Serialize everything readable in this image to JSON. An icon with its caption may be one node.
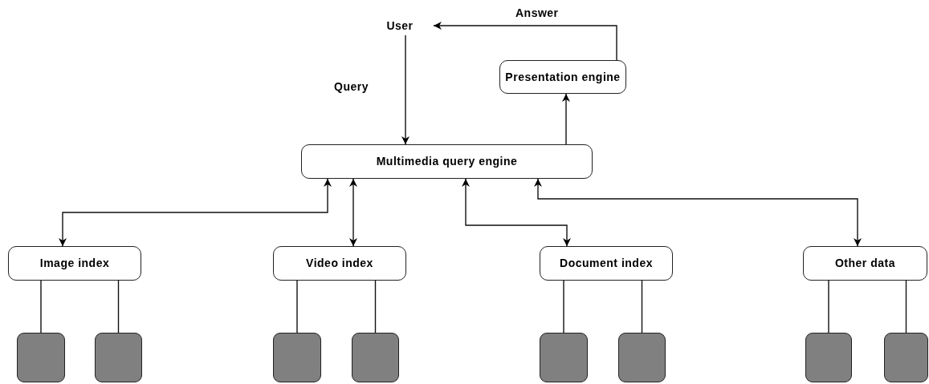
{
  "diagram": {
    "nodes": [
      {
        "text": [
          "User"
        ]
      },
      {
        "text": [
          "Presentation engine"
        ]
      },
      {
        "text": [
          "Multimedia query engine"
        ]
      },
      {
        "text": [
          "Image index"
        ]
      },
      {
        "text": [
          "Video index"
        ]
      },
      {
        "text": [
          "Document index"
        ]
      },
      {
        "text": [
          "Other data"
        ]
      },
      {
        "text": [],
        "shape": "box"
      },
      {
        "text": [],
        "shape": "box"
      },
      {
        "text": [],
        "shape": "box"
      },
      {
        "text": [],
        "shape": "box"
      },
      {
        "text": [],
        "shape": "box"
      },
      {
        "text": [],
        "shape": "box"
      },
      {
        "text": [],
        "shape": "box"
      },
      {
        "text": [],
        "shape": "box"
      }
    ],
    "edges": [
      {
        "from": 1,
        "to": 0,
        "arrow": "to",
        "label": "Answer"
      },
      {
        "from": 0,
        "to": 2,
        "arrow": "to",
        "label": "Query"
      },
      {
        "from": 2,
        "to": 1,
        "arrow": "to"
      },
      {
        "from": 2,
        "to": 3,
        "arrow": "both"
      },
      {
        "from": 2,
        "to": 4,
        "arrow": "both"
      },
      {
        "from": 2,
        "to": 5,
        "arrow": "both"
      },
      {
        "from": 2,
        "to": 6,
        "arrow": "both"
      },
      {
        "from": 3,
        "to": 7,
        "arrow": "none"
      },
      {
        "from": 3,
        "to": 8,
        "arrow": "none"
      },
      {
        "from": 4,
        "to": 9,
        "arrow": "none"
      },
      {
        "from": 4,
        "to": 10,
        "arrow": "none"
      },
      {
        "from": 5,
        "to": 11,
        "arrow": "none"
      },
      {
        "from": 5,
        "to": 12,
        "arrow": "none"
      },
      {
        "from": 6,
        "to": 13,
        "arrow": "none"
      },
      {
        "from": 6,
        "to": 14,
        "arrow": "none"
      }
    ]
  }
}
